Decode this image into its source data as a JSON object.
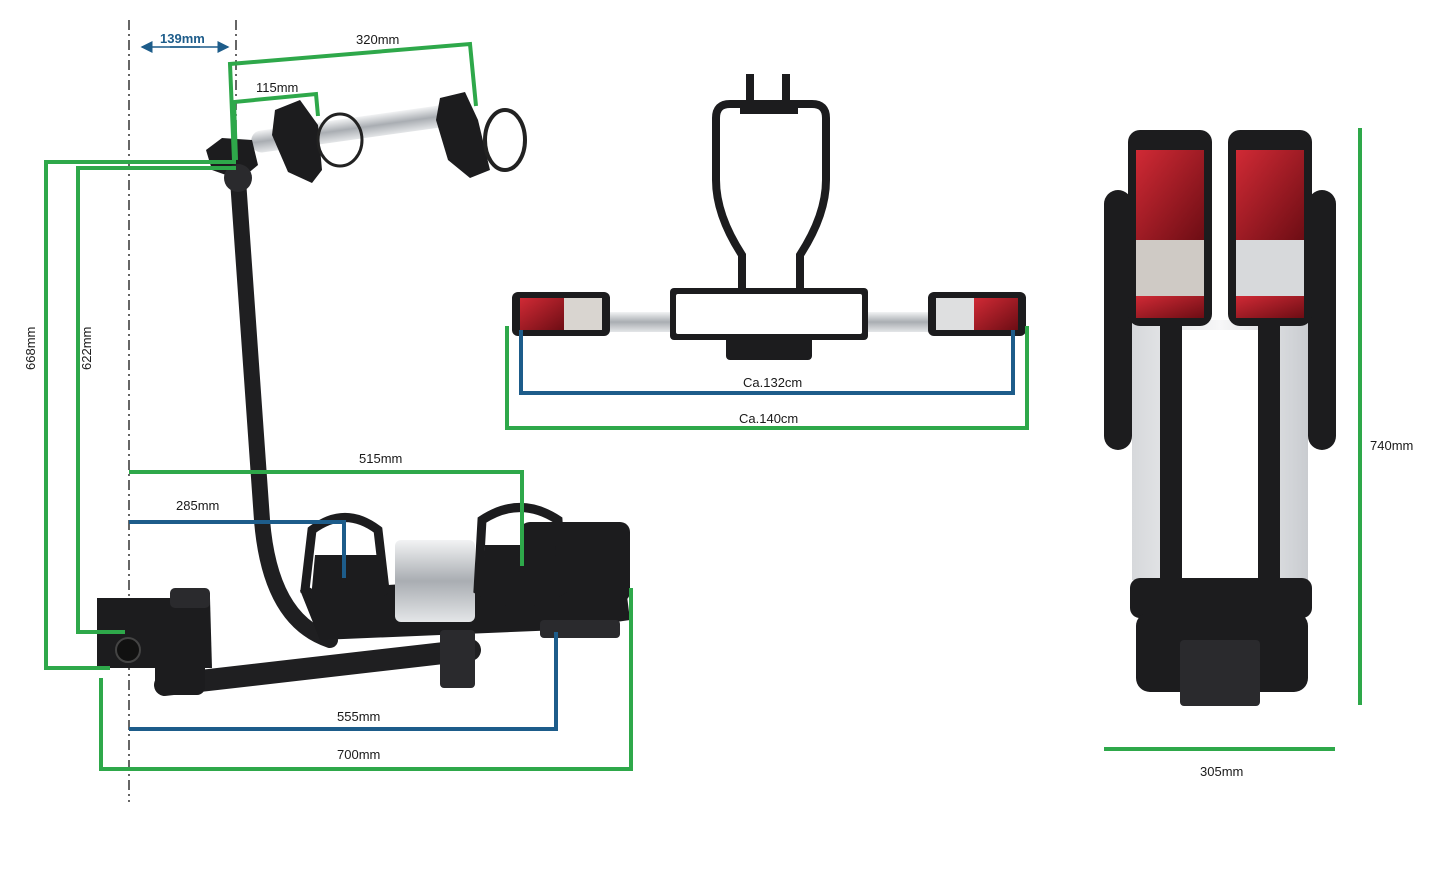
{
  "side_view": {
    "dim_139": "139mm",
    "dim_320": "320mm",
    "dim_115": "115mm",
    "dim_668": "668mm",
    "dim_622": "622mm",
    "dim_515": "515mm",
    "dim_285": "285mm",
    "dim_555": "555mm",
    "dim_700": "700mm"
  },
  "rear_view": {
    "dim_inner": "Ca.132cm",
    "dim_outer": "Ca.140cm"
  },
  "top_view": {
    "dim_length": "740mm",
    "dim_width": "305mm"
  },
  "colors": {
    "green_line": "#2ea84a",
    "blue_line": "#1d5c8a"
  }
}
